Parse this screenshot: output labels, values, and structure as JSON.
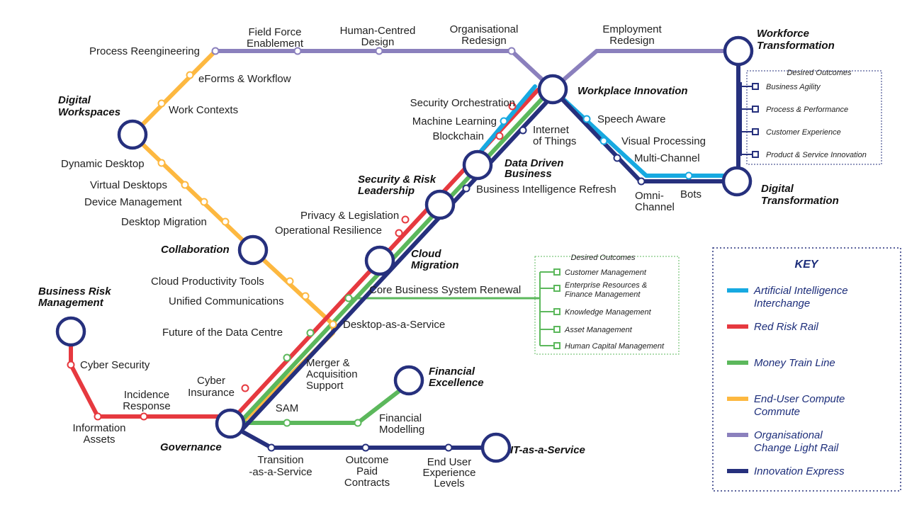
{
  "colors": {
    "ai": "#17a9e1",
    "risk": "#e6393f",
    "money": "#5cb85c",
    "compute": "#fdb840",
    "change": "#8b80bd",
    "innovation": "#26307d"
  },
  "key": {
    "title": "KEY",
    "items": [
      {
        "line": [
          "Artificial Intelligence",
          "Interchange"
        ],
        "color": "#17a9e1"
      },
      {
        "line": [
          "Red Risk Rail"
        ],
        "color": "#e6393f"
      },
      {
        "line": [
          "Money Train Line"
        ],
        "color": "#5cb85c"
      },
      {
        "line": [
          "End-User Compute",
          "Commute"
        ],
        "color": "#fdb840"
      },
      {
        "line": [
          "Organisational",
          "Change Light Rail"
        ],
        "color": "#8b80bd"
      },
      {
        "line": [
          "Innovation Express"
        ],
        "color": "#26307d"
      }
    ]
  },
  "hubs": {
    "workforce": [
      "Workforce",
      "Transformation"
    ],
    "workplace": [
      "Workplace Innovation"
    ],
    "digital_workspaces": [
      "Digital",
      "Workspaces"
    ],
    "digital_transformation": [
      "Digital",
      "Transformation"
    ],
    "data_driven": [
      "Data Driven",
      "Business"
    ],
    "security_risk": [
      "Security & Risk",
      "Leadership"
    ],
    "collaboration": [
      "Collaboration"
    ],
    "cloud_migration": [
      "Cloud",
      "Migration"
    ],
    "business_risk": [
      "Business Risk",
      "Management"
    ],
    "financial": [
      "Financial",
      "Excellence"
    ],
    "governance": [
      "Governance"
    ],
    "itaas": [
      "IT-as-a-Service"
    ]
  },
  "stops": {
    "process_reengineering": [
      "Process Reengineering"
    ],
    "field_force": [
      "Field Force",
      "Enablement"
    ],
    "human_centred": [
      "Human-Centred",
      "Design"
    ],
    "org_redesign": [
      "Organisational",
      "Redesign"
    ],
    "employment_redesign": [
      "Employment",
      "Redesign"
    ],
    "eforms": [
      "eForms & Workflow"
    ],
    "work_contexts": [
      "Work Contexts"
    ],
    "security_orchestration": [
      "Security Orchestration"
    ],
    "machine_learning": [
      "Machine Learning"
    ],
    "blockchain": [
      "Blockchain"
    ],
    "iot": [
      "Internet",
      "of Things"
    ],
    "speech_aware": [
      "Speech Aware"
    ],
    "visual_processing": [
      "Visual Processing"
    ],
    "multi_channel": [
      "Multi-Channel"
    ],
    "omni_channel": [
      "Omni-",
      "Channel"
    ],
    "bots": [
      "Bots"
    ],
    "dynamic_desktop": [
      "Dynamic Desktop"
    ],
    "virtual_desktops": [
      "Virtual Desktops"
    ],
    "device_management": [
      "Device Management"
    ],
    "desktop_migration": [
      "Desktop Migration"
    ],
    "bi_refresh": [
      "Business Intelligence Refresh"
    ],
    "privacy": [
      "Privacy & Legislation"
    ],
    "operational_resilience": [
      "Operational Resilience"
    ],
    "cloud_productivity": [
      "Cloud Productivity Tools"
    ],
    "unified_comms": [
      "Unified Communications"
    ],
    "core_business": [
      "Core Business System Renewal"
    ],
    "future_dc": [
      "Future of the Data Centre"
    ],
    "daas": [
      "Desktop-as-a-Service"
    ],
    "merger": [
      "Merger &",
      "Acquisition",
      "Support"
    ],
    "cyber_insurance": [
      "Cyber",
      "Insurance"
    ],
    "cyber_security": [
      "Cyber Security"
    ],
    "incidence_response": [
      "Incidence",
      "Response"
    ],
    "info_assets": [
      "Information",
      "Assets"
    ],
    "sam": [
      "SAM"
    ],
    "financial_modelling": [
      "Financial",
      "Modelling"
    ],
    "transition": [
      "Transition",
      "-as-a-Service"
    ],
    "outcome_paid": [
      "Outcome",
      "Paid",
      "Contracts"
    ],
    "end_user_exp": [
      "End User",
      "Experience",
      "Levels"
    ]
  },
  "outcomes_workforce": {
    "title": "Desired Outcomes",
    "items": [
      "Business Agility",
      "Process & Performance",
      "Customer Experience",
      "Product & Service Innovation"
    ]
  },
  "outcomes_core": {
    "title": "Desired Outcomes",
    "items": [
      [
        "Customer Management"
      ],
      [
        "Enterprise Resources &",
        "Finance Management"
      ],
      [
        "Knowledge Management"
      ],
      [
        "Asset Management"
      ],
      [
        "Human Capital Management"
      ]
    ]
  }
}
